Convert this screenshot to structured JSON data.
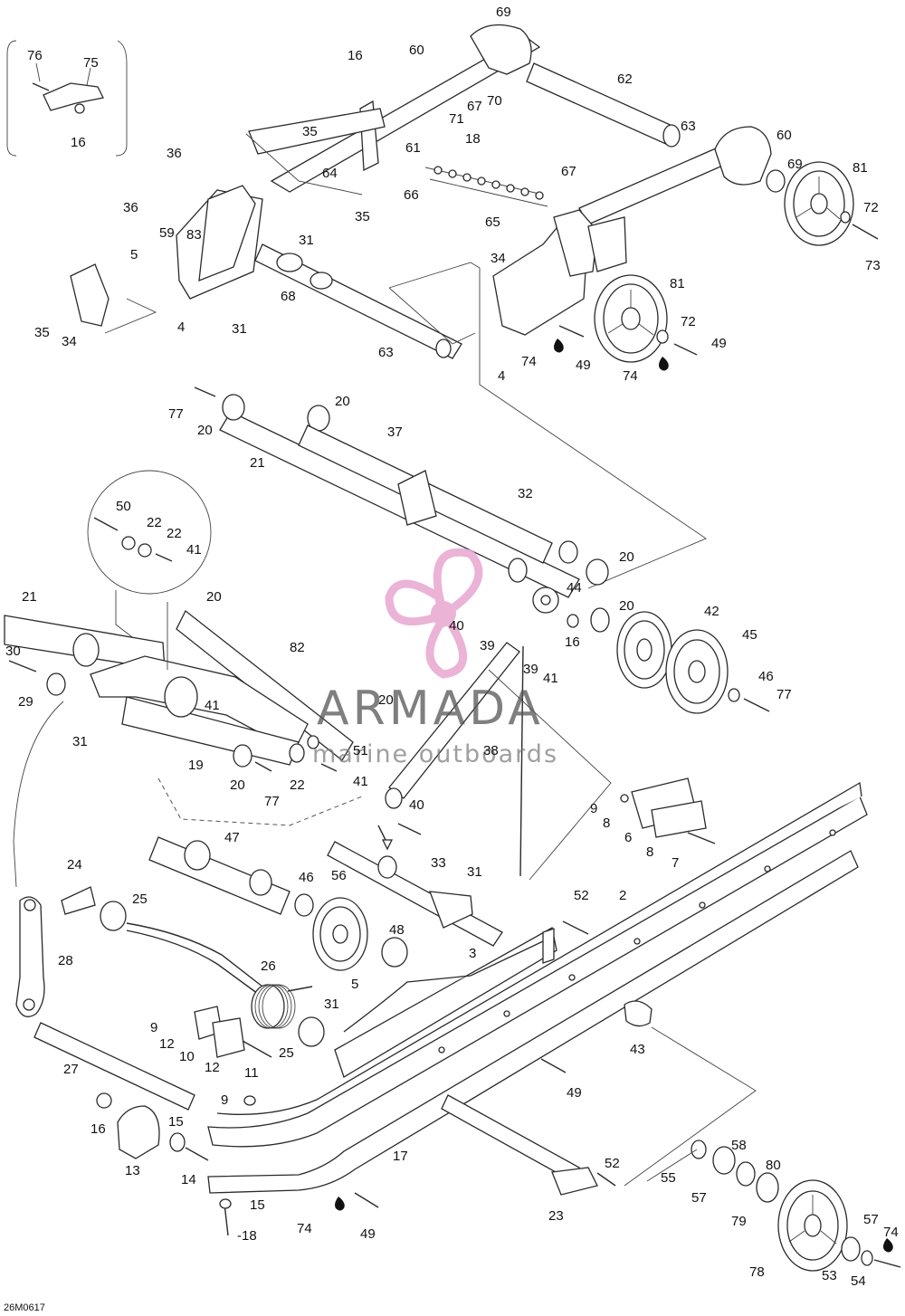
{
  "diagram": {
    "reference_code": "26M0617",
    "watermark": {
      "brand": "ARMADA",
      "tagline": "marine outboards",
      "logo_color": "#e8a6cf"
    },
    "callouts": [
      {
        "id": "c76a",
        "text": "76"
      },
      {
        "id": "c75",
        "text": "75"
      },
      {
        "id": "c16a",
        "text": "16"
      },
      {
        "id": "c16b",
        "text": "16"
      },
      {
        "id": "c60a",
        "text": "60"
      },
      {
        "id": "c69a",
        "text": "69"
      },
      {
        "id": "c62",
        "text": "62"
      },
      {
        "id": "c67a",
        "text": "67"
      },
      {
        "id": "c70",
        "text": "70"
      },
      {
        "id": "c71",
        "text": "71"
      },
      {
        "id": "c18a",
        "text": "18"
      },
      {
        "id": "c35a",
        "text": "35"
      },
      {
        "id": "c61",
        "text": "61"
      },
      {
        "id": "c63a",
        "text": "63"
      },
      {
        "id": "c60b",
        "text": "60"
      },
      {
        "id": "c69b",
        "text": "69"
      },
      {
        "id": "c81a",
        "text": "81"
      },
      {
        "id": "c36a",
        "text": "36"
      },
      {
        "id": "c64",
        "text": "64"
      },
      {
        "id": "c66",
        "text": "66"
      },
      {
        "id": "c67b",
        "text": "67"
      },
      {
        "id": "c72a",
        "text": "72"
      },
      {
        "id": "c35b",
        "text": "35"
      },
      {
        "id": "c65",
        "text": "65"
      },
      {
        "id": "c73",
        "text": "73"
      },
      {
        "id": "c36b",
        "text": "36"
      },
      {
        "id": "c59",
        "text": "59"
      },
      {
        "id": "c83",
        "text": "83"
      },
      {
        "id": "c31a",
        "text": "31"
      },
      {
        "id": "c5a",
        "text": "5"
      },
      {
        "id": "c34a",
        "text": "34"
      },
      {
        "id": "c81b",
        "text": "81"
      },
      {
        "id": "c35c",
        "text": "35"
      },
      {
        "id": "c34b",
        "text": "34"
      },
      {
        "id": "c4a",
        "text": "4"
      },
      {
        "id": "c31b",
        "text": "31"
      },
      {
        "id": "c68",
        "text": "68"
      },
      {
        "id": "c72b",
        "text": "72"
      },
      {
        "id": "c49a",
        "text": "49"
      },
      {
        "id": "c63b",
        "text": "63"
      },
      {
        "id": "c4b",
        "text": "4"
      },
      {
        "id": "c74a",
        "text": "74"
      },
      {
        "id": "c49b",
        "text": "49"
      },
      {
        "id": "c74b",
        "text": "74"
      },
      {
        "id": "c20a",
        "text": "20"
      },
      {
        "id": "c77a",
        "text": "77"
      },
      {
        "id": "c20b",
        "text": "20"
      },
      {
        "id": "c37",
        "text": "37"
      },
      {
        "id": "c21a",
        "text": "21"
      },
      {
        "id": "c32",
        "text": "32"
      },
      {
        "id": "c50",
        "text": "50"
      },
      {
        "id": "c22a",
        "text": "22"
      },
      {
        "id": "c22b",
        "text": "22"
      },
      {
        "id": "c41a",
        "text": "41"
      },
      {
        "id": "c20c",
        "text": "20"
      },
      {
        "id": "c44",
        "text": "44"
      },
      {
        "id": "c21b",
        "text": "21"
      },
      {
        "id": "c20d",
        "text": "20"
      },
      {
        "id": "c20e",
        "text": "20"
      },
      {
        "id": "c42",
        "text": "42"
      },
      {
        "id": "c40a",
        "text": "40"
      },
      {
        "id": "c39a",
        "text": "39"
      },
      {
        "id": "c16c",
        "text": "16"
      },
      {
        "id": "c45",
        "text": "45"
      },
      {
        "id": "c82",
        "text": "82"
      },
      {
        "id": "c30",
        "text": "30"
      },
      {
        "id": "c39b",
        "text": "39"
      },
      {
        "id": "c41b",
        "text": "41"
      },
      {
        "id": "c46a",
        "text": "46"
      },
      {
        "id": "c29",
        "text": "29"
      },
      {
        "id": "c41c",
        "text": "41"
      },
      {
        "id": "c20f",
        "text": "20"
      },
      {
        "id": "c77b",
        "text": "77"
      },
      {
        "id": "c38",
        "text": "38"
      },
      {
        "id": "c31c",
        "text": "31"
      },
      {
        "id": "c51",
        "text": "51"
      },
      {
        "id": "c19",
        "text": "19"
      },
      {
        "id": "c20g",
        "text": "20"
      },
      {
        "id": "c22c",
        "text": "22"
      },
      {
        "id": "c41d",
        "text": "41"
      },
      {
        "id": "c77c",
        "text": "77"
      },
      {
        "id": "c40b",
        "text": "40"
      },
      {
        "id": "c9a",
        "text": "9"
      },
      {
        "id": "c8a",
        "text": "8"
      },
      {
        "id": "c6",
        "text": "6"
      },
      {
        "id": "c8b",
        "text": "8"
      },
      {
        "id": "c7",
        "text": "7"
      },
      {
        "id": "c47",
        "text": "47"
      },
      {
        "id": "c33",
        "text": "33"
      },
      {
        "id": "c24",
        "text": "24"
      },
      {
        "id": "c56",
        "text": "56"
      },
      {
        "id": "c31d",
        "text": "31"
      },
      {
        "id": "c46b",
        "text": "46"
      },
      {
        "id": "c25a",
        "text": "25"
      },
      {
        "id": "c52a",
        "text": "52"
      },
      {
        "id": "c2",
        "text": "2"
      },
      {
        "id": "c28",
        "text": "28"
      },
      {
        "id": "c48",
        "text": "48"
      },
      {
        "id": "c3",
        "text": "3"
      },
      {
        "id": "c26",
        "text": "26"
      },
      {
        "id": "c5b",
        "text": "5"
      },
      {
        "id": "c31e",
        "text": "31"
      },
      {
        "id": "c43",
        "text": "43"
      },
      {
        "id": "c9b",
        "text": "9"
      },
      {
        "id": "c12a",
        "text": "12"
      },
      {
        "id": "c10",
        "text": "10"
      },
      {
        "id": "c12b",
        "text": "12"
      },
      {
        "id": "c25b",
        "text": "25"
      },
      {
        "id": "c11",
        "text": "11"
      },
      {
        "id": "c27",
        "text": "27"
      },
      {
        "id": "c49c",
        "text": "49"
      },
      {
        "id": "c9c",
        "text": "9"
      },
      {
        "id": "c16d",
        "text": "16"
      },
      {
        "id": "c15a",
        "text": "15"
      },
      {
        "id": "c17",
        "text": "17"
      },
      {
        "id": "c58",
        "text": "58"
      },
      {
        "id": "c13",
        "text": "13"
      },
      {
        "id": "c14",
        "text": "14"
      },
      {
        "id": "c80",
        "text": "80"
      },
      {
        "id": "c52b",
        "text": "52"
      },
      {
        "id": "c55",
        "text": "55"
      },
      {
        "id": "c57a",
        "text": "57"
      },
      {
        "id": "c15b",
        "text": "15"
      },
      {
        "id": "c23",
        "text": "23"
      },
      {
        "id": "c79",
        "text": "79"
      },
      {
        "id": "c18b",
        "text": "-18"
      },
      {
        "id": "c74c",
        "text": "74"
      },
      {
        "id": "c49d",
        "text": "49"
      },
      {
        "id": "c57b",
        "text": "57"
      },
      {
        "id": "c74d",
        "text": "74"
      },
      {
        "id": "c78",
        "text": "78"
      },
      {
        "id": "c53",
        "text": "53"
      },
      {
        "id": "c54",
        "text": "54"
      }
    ]
  }
}
